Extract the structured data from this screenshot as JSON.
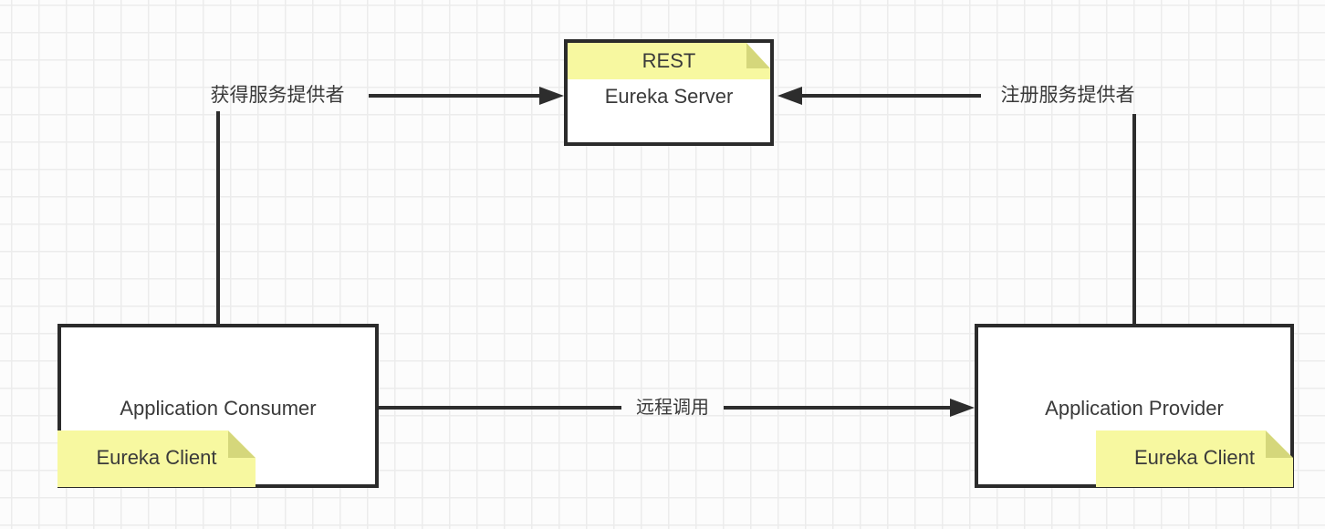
{
  "server": {
    "note": "REST",
    "label": "Eureka Server"
  },
  "consumer": {
    "label": "Application Consumer",
    "note": "Eureka Client"
  },
  "provider": {
    "label": "Application Provider",
    "note": "Eureka Client"
  },
  "edges": {
    "fetch_label": "获得服务提供者",
    "register_label": "注册服务提供者",
    "invoke_label": "远程调用"
  },
  "colors": {
    "sticky_bg": "#f7f8a0",
    "sticky_fold": "#d5d77b",
    "line": "#2d2d2d",
    "box_border": "#2b2b2b",
    "grid_line": "#ececec",
    "background": "#fcfcfc"
  }
}
